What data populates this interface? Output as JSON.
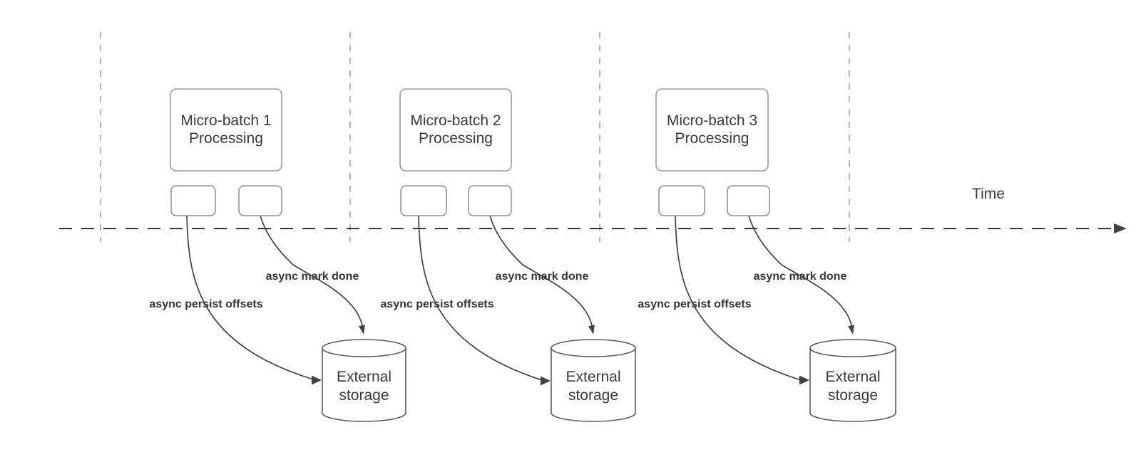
{
  "diagram": {
    "timeline_label": "Time",
    "colors": {
      "background": "#ffffff",
      "guide_line": "#b2b6bb",
      "timeline": "#32373d",
      "connector": "#3d4249",
      "box_stroke": "#989da3",
      "cylinder_stroke": "#565b61",
      "text": "#363b41",
      "connector_label_text": "#33373d"
    },
    "batches": [
      {
        "box_label": "Micro-batch 1\nProcessing",
        "persist_label": "async persist offsets",
        "mark_done_label": "async mark done",
        "storage_label": "External\nstorage"
      },
      {
        "box_label": "Micro-batch 2\nProcessing",
        "persist_label": "async persist offsets",
        "mark_done_label": "async mark done",
        "storage_label": "External\nstorage"
      },
      {
        "box_label": "Micro-batch 3\nProcessing",
        "persist_label": "async persist offsets",
        "mark_done_label": "async mark done",
        "storage_label": "External\nstorage"
      }
    ]
  }
}
